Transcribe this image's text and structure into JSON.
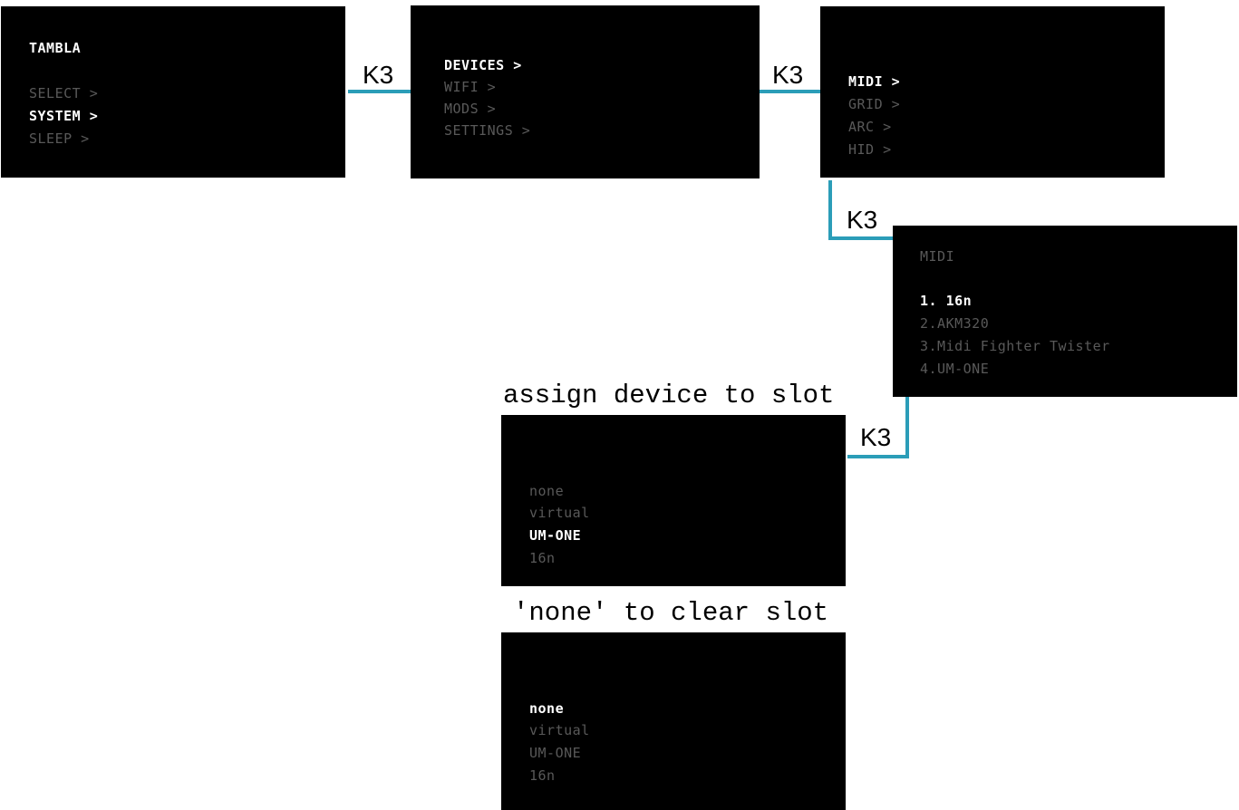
{
  "screens": {
    "main": {
      "title": "TAMBLA",
      "items": [
        "SELECT >",
        "SYSTEM >",
        "SLEEP >"
      ]
    },
    "system": {
      "items": [
        "DEVICES >",
        "WIFI >",
        "MODS >",
        "SETTINGS >"
      ]
    },
    "devices": {
      "items": [
        "MIDI >",
        "GRID >",
        "ARC >",
        "HID >"
      ]
    },
    "midi": {
      "title": "MIDI",
      "items": [
        "1. 16n",
        "2.AKM320",
        "3.Midi Fighter Twister",
        "4.UM-ONE"
      ]
    },
    "assign": {
      "caption": "assign device to slot",
      "items": [
        "none",
        "virtual",
        "UM-ONE",
        "16n"
      ]
    },
    "clear": {
      "caption": "'none' to clear slot",
      "items": [
        "none",
        "virtual",
        "UM-ONE",
        "16n"
      ]
    }
  },
  "key_label": "K3",
  "colors": {
    "connector": "#2b9db8",
    "screen": "#000000",
    "active_text": "#ffffff",
    "dim_text": "#595959"
  }
}
